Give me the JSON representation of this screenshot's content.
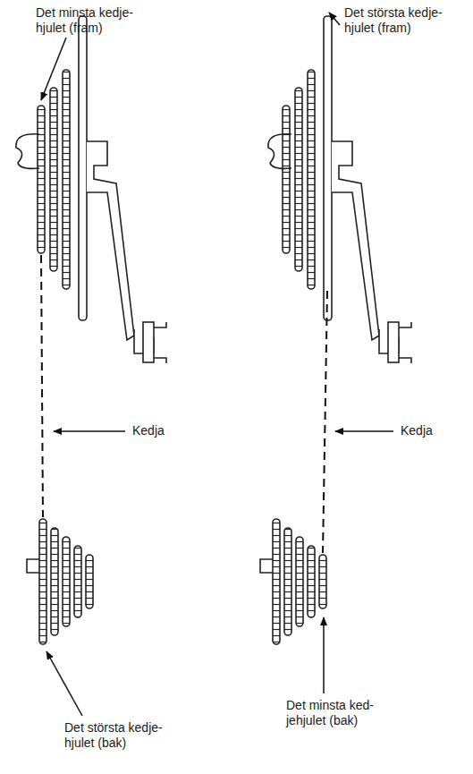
{
  "diagram": {
    "labels": [
      "Det minsta kedje- hjulet (fram)",
      "Det största kedje- hjulet (fram)",
      "Kedja",
      "Kedja",
      "Det största kedje- hjulet (bak)",
      "Det minsta ked- jehjulet (bak)"
    ]
  }
}
